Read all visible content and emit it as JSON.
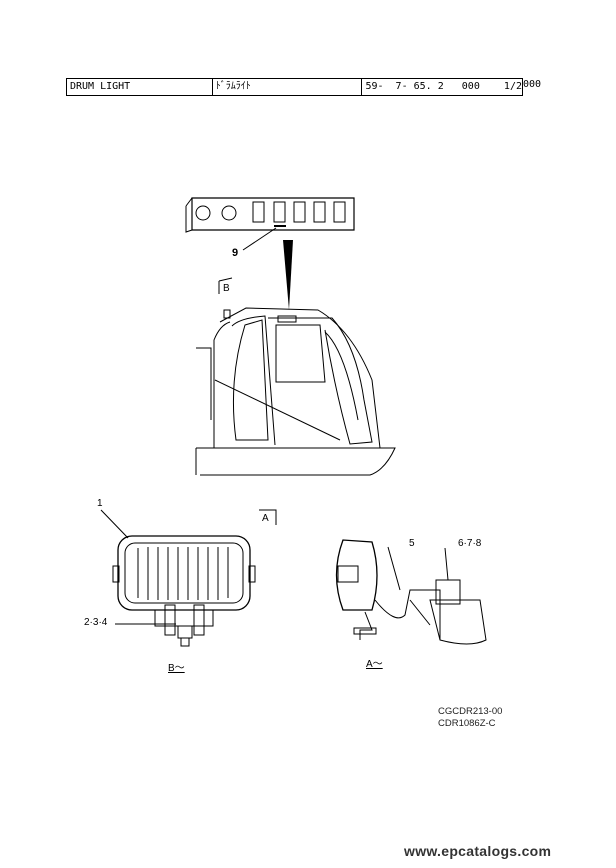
{
  "header": {
    "name_en": "DRUM LIGHT",
    "name_jp": "ﾄﾞﾗﾑﾗｲﾄ",
    "ref": "59-  7- 65. 2   000    1/2",
    "suffix": "000"
  },
  "callouts": {
    "c9": "9",
    "cB": "B",
    "c1": "1",
    "cA": "A",
    "c5": "5",
    "c678": "6·7·8",
    "c234": "2·3·4",
    "viewB": "B～",
    "viewA": "A～"
  },
  "codes": [
    "CGCDR213-00",
    "CDR1086Z-C"
  ],
  "watermark": "www.epcatalogs.com"
}
